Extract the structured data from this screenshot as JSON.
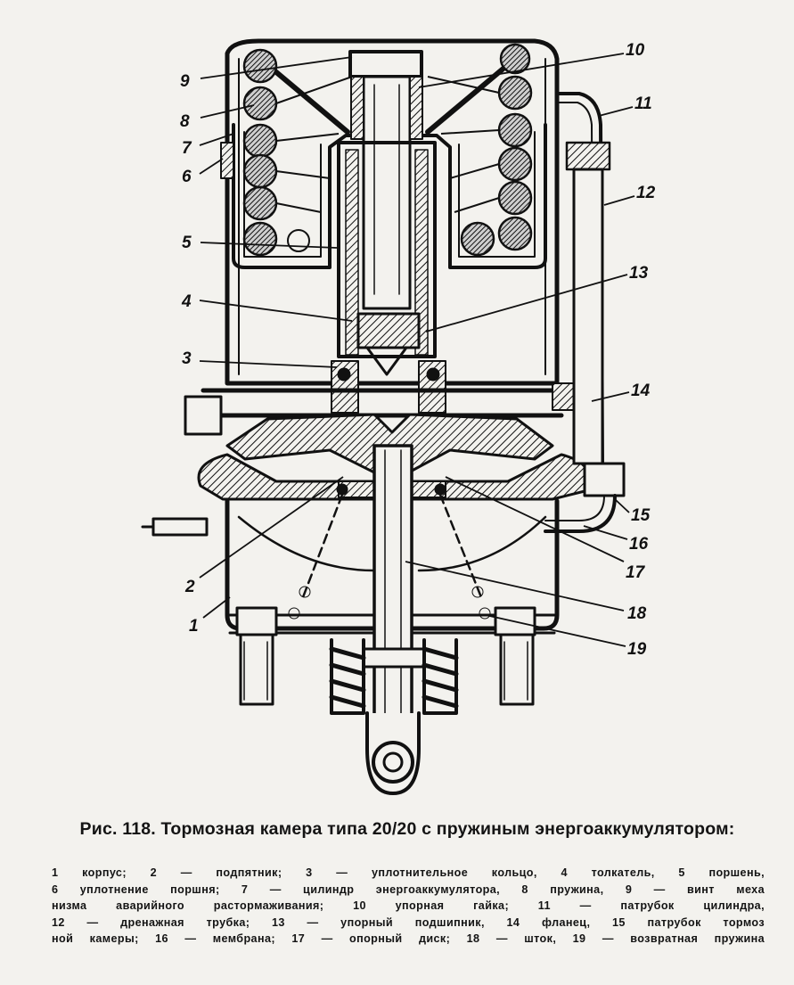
{
  "figure": {
    "callouts": [
      "1",
      "2",
      "3",
      "4",
      "5",
      "6",
      "7",
      "8",
      "9",
      "10",
      "11",
      "12",
      "13",
      "14",
      "15",
      "16",
      "17",
      "18",
      "19"
    ]
  },
  "caption": {
    "title": "Рис. 118. Тормозная камера типа 20/20 с пружиным энергоаккумулятором:",
    "legend_lines": [
      "1 корпус; 2 — подпятник; 3 — уплотнительное кольцо, 4 толкатель, 5 поршень,",
      "6 уплотнение поршня; 7 — цилиндр энергоаккумулятора, 8 пружина, 9 — винт меха",
      "низма аварийного растормаживания; 10 упорная гайка; 11 — патрубок цилиндра,",
      "12 — дренажная трубка; 13 — упорный подшипник, 14 фланец, 15 патрубок тормоз",
      "ной камеры; 16 — мембрана; 17 — опорный диск; 18 — шток, 19 — возвратная пружина"
    ]
  },
  "colors": {
    "ink": "#141414",
    "paper": "#f3f2ee"
  }
}
